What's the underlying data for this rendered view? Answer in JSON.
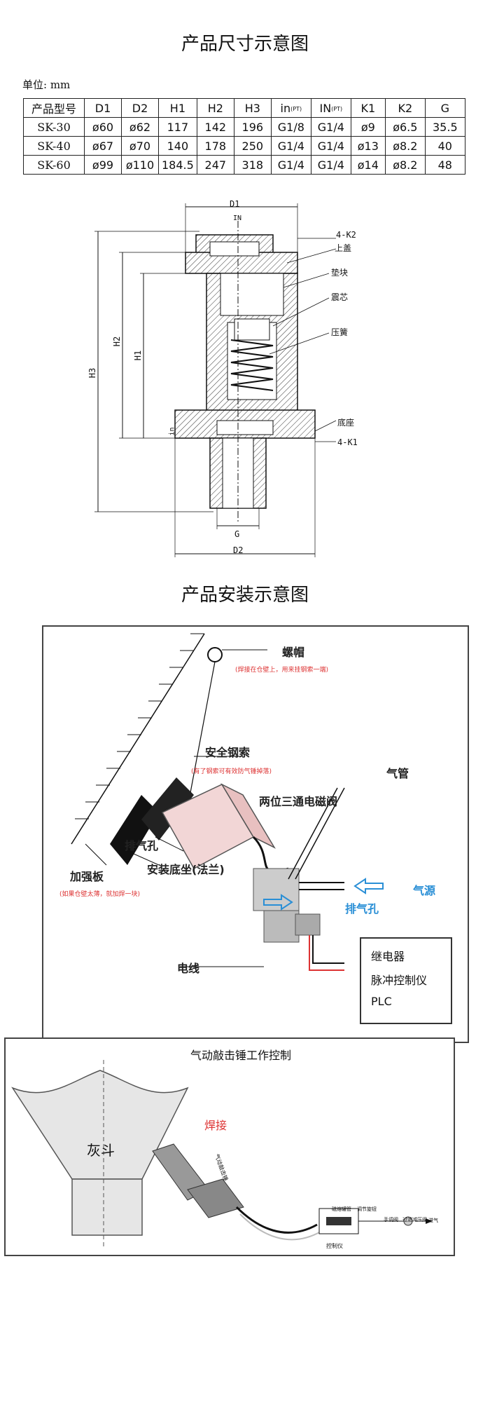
{
  "titles": {
    "dimensions": "产品尺寸示意图",
    "install": "产品安装示意图",
    "control": "气动敲击锤工作控制"
  },
  "unit": "单位: mm",
  "spec_table": {
    "headers": [
      "产品型号",
      "D1",
      "D2",
      "H1",
      "H2",
      "H3",
      "in",
      "IN",
      "K1",
      "K2",
      "G"
    ],
    "header_sub": {
      "in": "(PT)",
      "IN": "(PT)"
    },
    "rows": [
      [
        "SK-30",
        "ø60",
        "ø62",
        "117",
        "142",
        "196",
        "G1/8",
        "G1/4",
        "ø9",
        "ø6.5",
        "35.5"
      ],
      [
        "SK-40",
        "ø67",
        "ø70",
        "140",
        "178",
        "250",
        "G1/4",
        "G1/4",
        "ø13",
        "ø8.2",
        "40"
      ],
      [
        "SK-60",
        "ø99",
        "ø110",
        "184.5",
        "247",
        "318",
        "G1/4",
        "G1/4",
        "ø14",
        "ø8.2",
        "48"
      ]
    ]
  },
  "drawing": {
    "D1": "D1",
    "IN": "IN",
    "K2": "4-K2",
    "cover": "上盖",
    "block": "垫块",
    "core": "震芯",
    "spring": "压簧",
    "base": "底座",
    "K1": "4-K1",
    "H1": "H1",
    "H2": "H2",
    "H3": "H3",
    "in": "in",
    "G": "G",
    "D2": "D2"
  },
  "install": {
    "nut": "螺帽",
    "nut_note": "(焊接在仓壁上，用来挂钢索一端)",
    "cable": "安全钢索",
    "cable_note": "(有了钢索可有效防气锤掉落)",
    "exhaust_hole": "排气孔",
    "base": "安装底坐(法兰)",
    "plate": "加强板",
    "plate_note": "(如果仓壁太薄，就加焊一块)",
    "valve": "两位三通电磁阀",
    "air_pipe": "气管",
    "air_source": "气源",
    "exhaust": "排气孔",
    "wire": "电线",
    "ctrl": [
      "继电器",
      "脉冲控制仪",
      "PLC"
    ]
  },
  "control": {
    "hopper": "灰斗",
    "weld": "焊接",
    "hammer": "气动敲击锤",
    "labels": [
      "磁熔罐管",
      "调节旋钮",
      "手调阀",
      "过滤减压阀",
      "进气"
    ],
    "controller": "控制仪"
  },
  "colors": {
    "accent_blue": "#2a8fd6",
    "note_red": "#d33",
    "hammer_pink": "#f2d6d6"
  }
}
